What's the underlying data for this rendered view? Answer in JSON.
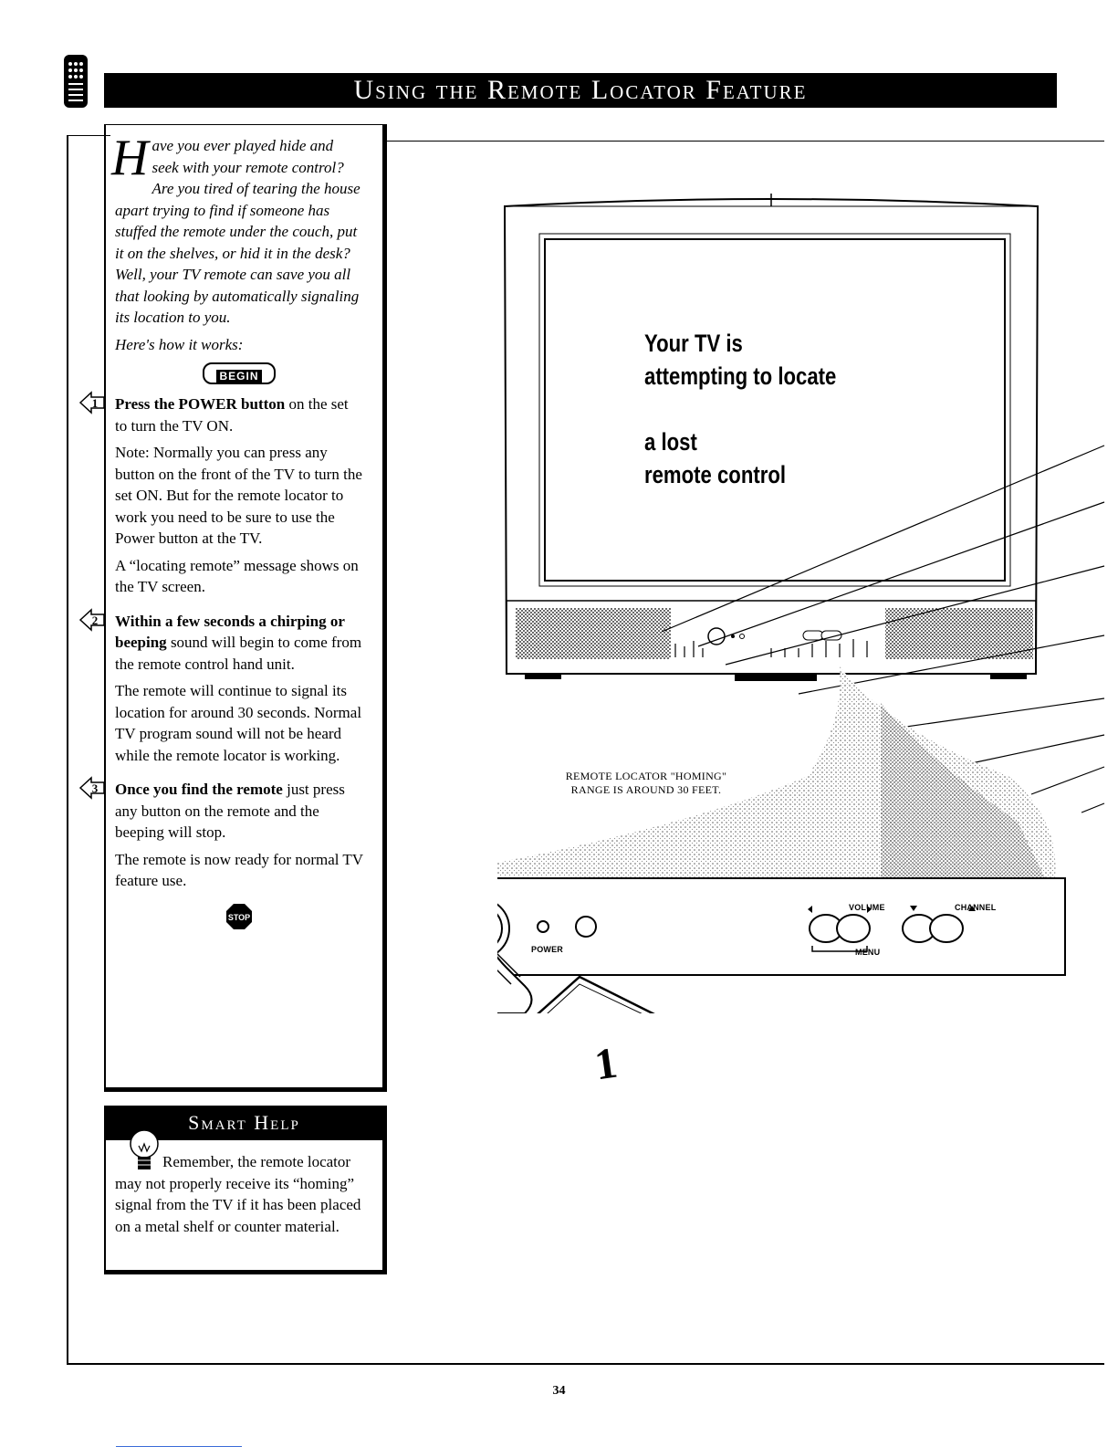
{
  "header": {
    "title": "Using the Remote Locator Feature"
  },
  "intro": {
    "dropcap": "H",
    "text": "ave you ever played hide and seek with your remote control? Are you tired of tearing the house apart trying to find if someone has stuffed the remote under the couch, put it on the shelves, or hid it in the desk? Well, your TV remote can save you all that looking by automatically signaling its location to you.",
    "how": "Here's how it works:"
  },
  "begin_label": "BEGIN",
  "steps": [
    {
      "num": "1",
      "bold": "Press the POWER button",
      "rest": " on the set to turn the TV ON.",
      "notes": [
        "Note: Normally you can press any button on the front of the TV to turn the set ON. But for the remote locator to work you need to be sure to use the Power button at the TV.",
        "A “locating remote” message shows on the TV screen."
      ]
    },
    {
      "num": "2",
      "bold": "Within a few seconds a chirping or beeping",
      "rest": " sound will begin to come from the remote control hand unit.",
      "notes": [
        "The remote will continue to signal its location for around 30 seconds. Normal TV program sound will not be heard while the remote locator is working."
      ]
    },
    {
      "num": "3",
      "bold": "Once you find the remote",
      "rest": " just press any button on the remote and the beeping will stop.",
      "notes": [
        "The remote is now ready for normal TV feature use."
      ]
    }
  ],
  "stop_label": "STOP",
  "smart_help": {
    "title": "Smart Help",
    "text": "Remember, the remote locator may not properly receive its “homing” signal from the TV if it has been placed on a metal shelf or counter material."
  },
  "tv_screen": {
    "line1": "Your TV is",
    "line2": "attempting to locate",
    "line3": "a lost",
    "line4": "remote control"
  },
  "caption": {
    "line1": "REMOTE LOCATOR \"HOMING\"",
    "line2": "RANGE IS AROUND 30 FEET."
  },
  "controls": {
    "power": "POWER",
    "volume": "VOLUME",
    "channel": "CHANNEL",
    "menu": "MENU",
    "step_badge": "1"
  },
  "page_number": "34"
}
